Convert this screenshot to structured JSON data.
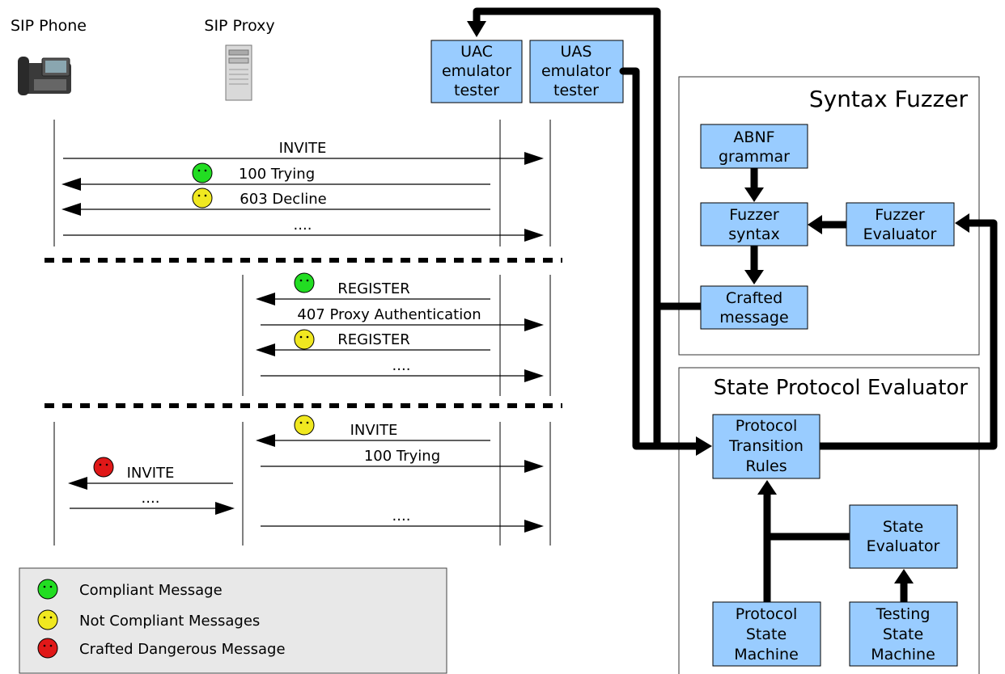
{
  "actors": {
    "sip_phone": "SIP Phone",
    "sip_proxy": "SIP Proxy"
  },
  "testers": {
    "uac": [
      "UAC",
      "emulator",
      "tester"
    ],
    "uas": [
      "UAS",
      "emulator",
      "tester"
    ]
  },
  "syntax_fuzzer": {
    "title": "Syntax Fuzzer",
    "abnf": [
      "ABNF",
      "grammar"
    ],
    "fuzzer_syntax": [
      "Fuzzer",
      "syntax"
    ],
    "fuzzer_evaluator": [
      "Fuzzer",
      "Evaluator"
    ],
    "crafted_message": [
      "Crafted",
      "message"
    ]
  },
  "state_evaluator": {
    "title": "State Protocol Evaluator",
    "transition_rules": [
      "Protocol",
      "Transition",
      "Rules"
    ],
    "state_evaluator": [
      "State",
      "Evaluator"
    ],
    "protocol_state_machine": [
      "Protocol",
      "State",
      "Machine"
    ],
    "testing_state_machine": [
      "Testing",
      "State",
      "Machine"
    ]
  },
  "sequence1": {
    "invite": "INVITE",
    "trying": "100 Trying",
    "decline": "603 Decline",
    "ellipsis": "...."
  },
  "sequence2": {
    "register1": "REGISTER",
    "proxy_auth": "407 Proxy Authentication",
    "register2": "REGISTER",
    "ellipsis": "...."
  },
  "sequence3": {
    "invite_in": "INVITE",
    "trying": "100 Trying",
    "invite_out": "INVITE",
    "ellipsis_phone": "....",
    "ellipsis_proxy": "...."
  },
  "legend": {
    "compliant": "Compliant Message",
    "not_compliant": "Not Compliant Messages",
    "dangerous": "Crafted Dangerous Message"
  },
  "colors": {
    "box": "#99ccff",
    "compliant": "#22dd22",
    "not_compliant": "#f0e820",
    "dangerous": "#e01818",
    "legend_bg": "#e8e8e8"
  }
}
